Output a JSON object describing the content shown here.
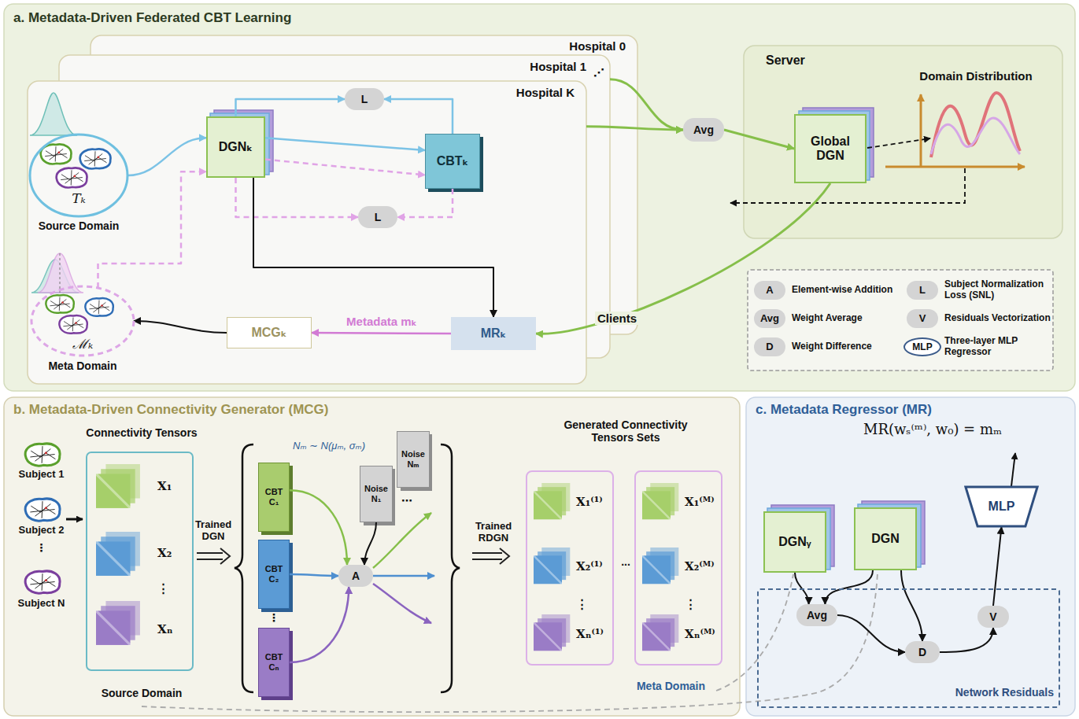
{
  "diagram": {
    "nodes": [
      {
        "text": [
          "a. Metadata-Driven Federated CBT Learning"
        ]
      },
      {
        "text": [
          "Hospital 0"
        ],
        "in": 0
      },
      {
        "text": [
          "Hospital 1"
        ],
        "in": 0
      },
      {
        "text": [
          "Hospital K"
        ],
        "in": 0
      },
      {
        "text": [
          "Tₖ",
          "Source Domain"
        ],
        "in": 3
      },
      {
        "text": [
          "DGNₖ"
        ],
        "in": 3
      },
      {
        "text": [
          "L"
        ],
        "in": 3
      },
      {
        "text": [
          "CBTₖ"
        ],
        "in": 3
      },
      {
        "text": [
          "L"
        ],
        "in": 3
      },
      {
        "text": [
          "ℳₖ",
          "Meta Domain"
        ],
        "in": 3
      },
      {
        "text": [
          "MCGₖ"
        ],
        "in": 3
      },
      {
        "text": [
          "MRₖ"
        ],
        "in": 3
      },
      {
        "text": [
          "Avg"
        ],
        "in": 0
      },
      {
        "text": [
          "Server"
        ],
        "in": 0
      },
      {
        "text": [
          "Global DGN"
        ],
        "in": 13
      },
      {
        "text": [
          "b. Metadata-Driven Connectivity Generator (MCG)"
        ]
      },
      {
        "text": [
          "Connectivity Tensors",
          "X₁",
          "X₂",
          "⋮",
          "Xₙ",
          "Source Domain"
        ],
        "in": 15
      },
      {
        "text": [
          "CBT",
          "C₁"
        ],
        "in": 15
      },
      {
        "text": [
          "CBT",
          "C₂"
        ],
        "in": 15
      },
      {
        "text": [
          "CBT",
          "Cₙ"
        ],
        "in": 15
      },
      {
        "text": [
          "Noise",
          "N₁"
        ],
        "in": 15
      },
      {
        "text": [
          "Noise",
          "Nₘ"
        ],
        "in": 15
      },
      {
        "text": [
          "A"
        ],
        "in": 15
      },
      {
        "text": [
          "X₁⁽¹⁾",
          "X₂⁽¹⁾",
          "⋮",
          "Xₙ⁽¹⁾"
        ],
        "in": 15
      },
      {
        "text": [
          "X₁⁽ᴹ⁾",
          "X₂⁽ᴹ⁾",
          "⋮",
          "Xₙ⁽ᴹ⁾"
        ],
        "in": 15
      },
      {
        "text": [
          "c. Metadata Regressor (MR)"
        ]
      },
      {
        "text": [
          "DGNᵧ"
        ],
        "in": 25
      },
      {
        "text": [
          "DGN"
        ],
        "in": 25
      },
      {
        "text": [
          "MLP"
        ],
        "in": 25
      },
      {
        "text": [
          "Network Residuals"
        ],
        "in": 25
      },
      {
        "text": [
          "Avg"
        ],
        "in": 29
      },
      {
        "text": [
          "D"
        ],
        "in": 29
      },
      {
        "text": [
          "V"
        ],
        "in": 29
      }
    ],
    "edges": [
      {
        "from": 4,
        "to": 5,
        "arrow": "to"
      },
      {
        "from": 5,
        "to": 7,
        "arrow": "to"
      },
      {
        "from": 5,
        "to": 6,
        "arrow": "to"
      },
      {
        "from": 7,
        "to": 6,
        "arrow": "to"
      },
      {
        "from": 5,
        "to": 7,
        "arrow": "to"
      },
      {
        "from": 5,
        "to": 8,
        "arrow": "to"
      },
      {
        "from": 7,
        "to": 8,
        "arrow": "to"
      },
      {
        "from": 9,
        "to": 5,
        "arrow": "to"
      },
      {
        "from": 5,
        "to": 11,
        "arrow": "to"
      },
      {
        "from": 11,
        "to": 10,
        "label": "Metadata mₖ",
        "arrow": "to"
      },
      {
        "from": 10,
        "to": 9,
        "arrow": "to"
      },
      {
        "from": 2,
        "to": 12,
        "arrow": "to"
      },
      {
        "from": 3,
        "to": 12,
        "arrow": "to"
      },
      {
        "from": 12,
        "to": 14,
        "arrow": "to"
      },
      {
        "from": 14,
        "to": 11,
        "label": "Clients",
        "arrow": "to"
      },
      {
        "from": 17,
        "to": 22,
        "arrow": "to"
      },
      {
        "from": 18,
        "to": 22,
        "arrow": "to"
      },
      {
        "from": 19,
        "to": 22,
        "arrow": "to"
      },
      {
        "from": 20,
        "to": 22,
        "arrow": "to"
      },
      {
        "from": 26,
        "to": 30,
        "arrow": "to"
      },
      {
        "from": 27,
        "to": 30,
        "arrow": "to"
      },
      {
        "from": 30,
        "to": 31,
        "arrow": "to"
      },
      {
        "from": 27,
        "to": 31,
        "arrow": "to"
      },
      {
        "from": 31,
        "to": 32,
        "arrow": "to"
      },
      {
        "from": 32,
        "to": 28,
        "arrow": "to"
      }
    ],
    "labels": [
      "⋰",
      "Domain Distribution",
      "A",
      "L",
      "Avg",
      "V",
      "D",
      "MLP",
      "Subject 1",
      "Subject 2",
      "⋮",
      "Subject N",
      "Trained DGN",
      "⋮",
      "⋯",
      "Nₘ ∼ N(μₘ, σₘ)",
      "Trained RDGN",
      "Generated Connectivity Tensors Sets",
      "...",
      "Meta Domain",
      "MR(wₛ⁽ᵐ⁾, w₀) = mₘ"
    ],
    "legend": [
      {
        "text": "Element-wise Addition"
      },
      {
        "text": "Subject Normalization Loss (SNL)"
      },
      {
        "text": "Weight Average"
      },
      {
        "text": "Residuals Vectorization"
      },
      {
        "text": "Weight Difference"
      },
      {
        "text": "Three-layer MLP Regressor"
      }
    ]
  }
}
